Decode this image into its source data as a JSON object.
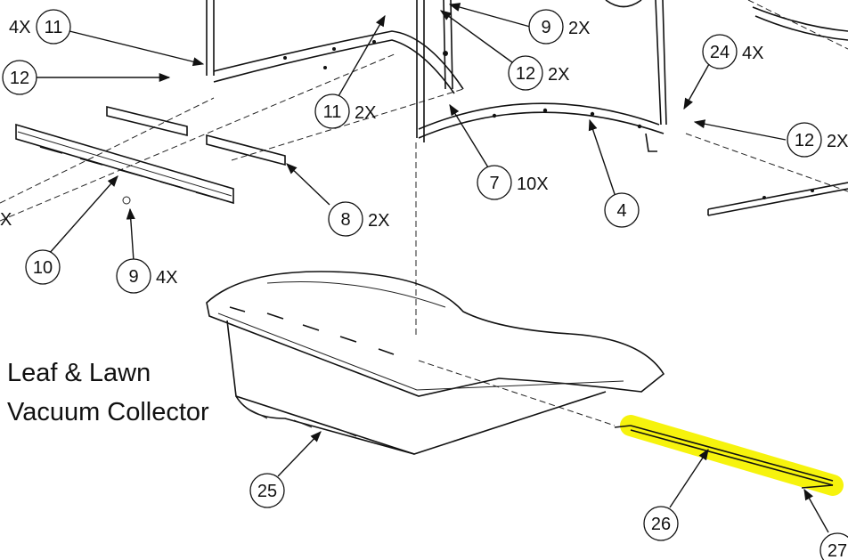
{
  "title_lines": [
    "Leaf & Lawn",
    "Vacuum Collector"
  ],
  "callouts": {
    "c11a": {
      "num": "11",
      "qty": "4X"
    },
    "c12a": {
      "num": "12",
      "qty": ""
    },
    "c11b": {
      "num": "11",
      "qty": "2X"
    },
    "c9a": {
      "num": "9",
      "qty": "2X"
    },
    "c12b": {
      "num": "12",
      "qty": "2X"
    },
    "c24": {
      "num": "24",
      "qty": "4X"
    },
    "c12c": {
      "num": "12",
      "qty": "2X"
    },
    "c7": {
      "num": "7",
      "qty": "10X"
    },
    "c4": {
      "num": "4",
      "qty": ""
    },
    "c8": {
      "num": "8",
      "qty": "2X"
    },
    "c10": {
      "num": "10",
      "qty": ""
    },
    "c9b": {
      "num": "9",
      "qty": "4X"
    },
    "cX": {
      "num": "",
      "qty": "X"
    },
    "c25": {
      "num": "25",
      "qty": ""
    },
    "c26": {
      "num": "26",
      "qty": ""
    },
    "c27": {
      "num": "27",
      "qty": ""
    }
  },
  "highlight_color": "#f5f200"
}
